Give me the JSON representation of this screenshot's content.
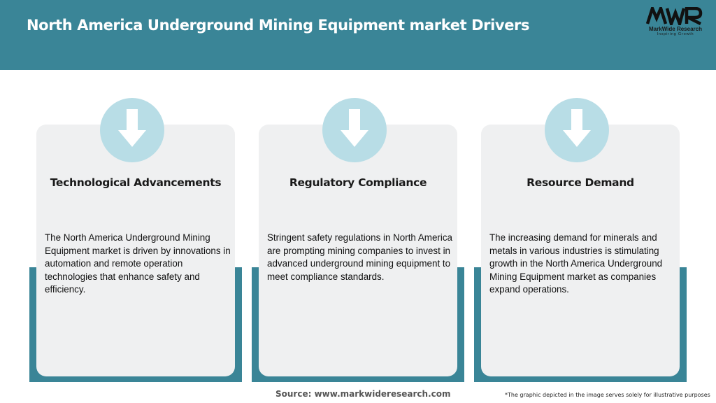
{
  "header": {
    "title": "North America Underground Mining Equipment market Drivers",
    "background_color": "#3a8597"
  },
  "logo": {
    "mark": "MWR",
    "name": "MarkWide Research",
    "tagline": "Inspiring Growth"
  },
  "cards": [
    {
      "icon": "arrow-down-icon",
      "heading": "Technological Advancements",
      "body": "The North America Underground Mining Equipment market is driven by innovations in automation and remote operation technologies that enhance safety and efficiency."
    },
    {
      "icon": "arrow-down-icon",
      "heading": "Regulatory Compliance",
      "body": "Stringent safety regulations in North America are prompting mining companies to invest in advanced underground mining equipment to meet compliance standards."
    },
    {
      "icon": "arrow-down-icon",
      "heading": "Resource Demand",
      "body": "The increasing demand for minerals and metals in various industries is stimulating growth in the North America Underground Mining Equipment market as companies expand operations."
    }
  ],
  "footer": {
    "source": "Source: www.markwideresearch.com",
    "disclaimer": "*The graphic depicted in the image serves solely for illustrative purposes"
  },
  "colors": {
    "accent": "#3a8597",
    "card": "#eff0f1",
    "icon_circle": "#b8dde6"
  }
}
